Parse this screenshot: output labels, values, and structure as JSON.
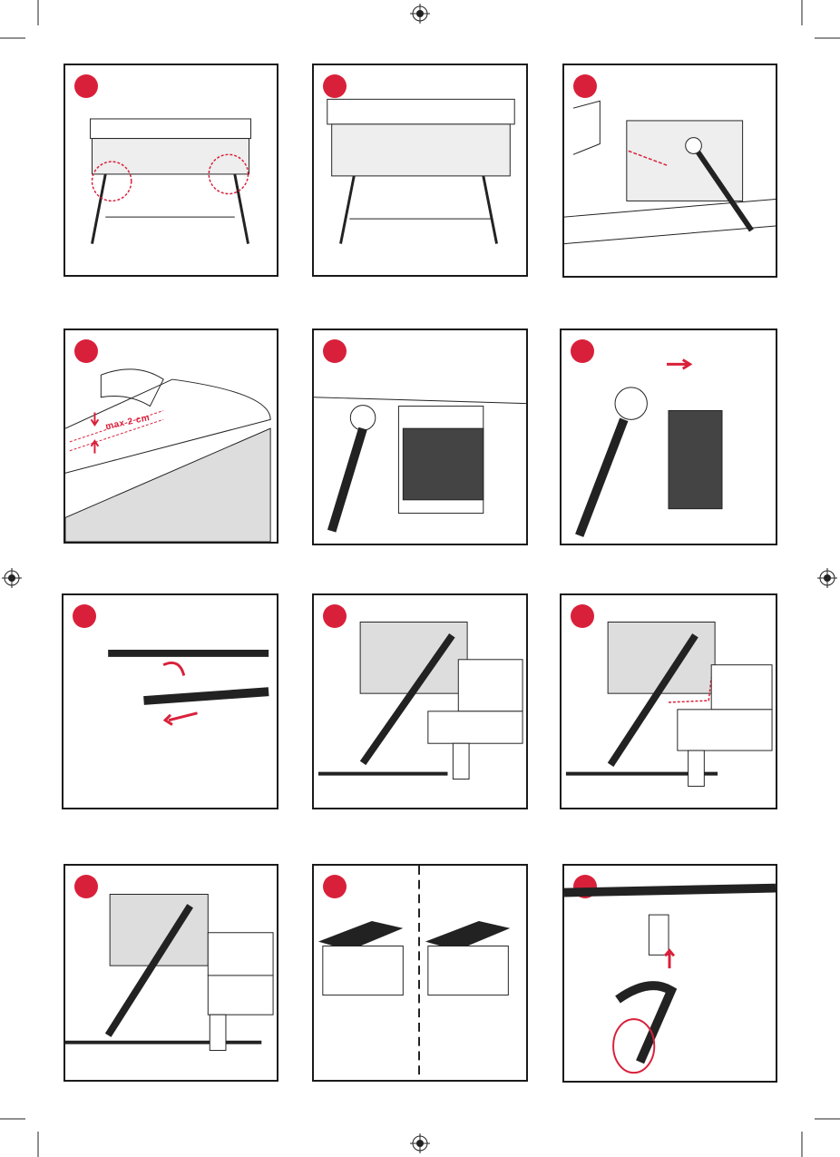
{
  "page": {
    "title": ""
  },
  "accent_color": "#d9203a",
  "panels": [
    {
      "id": 1,
      "label": "bassinet-front-with-attachments"
    },
    {
      "id": 2,
      "label": "bassinet-front"
    },
    {
      "id": 3,
      "label": "bassinet-next-to-bed"
    },
    {
      "id": 4,
      "label": "mattress-height-detail",
      "measure_text": "max 2 cm"
    },
    {
      "id": 5,
      "label": "side-panel-handle"
    },
    {
      "id": 6,
      "label": "pull-strap"
    },
    {
      "id": 7,
      "label": "tube-connection"
    },
    {
      "id": 8,
      "label": "side-view-standard"
    },
    {
      "id": 9,
      "label": "side-view-tilted"
    },
    {
      "id": 10,
      "label": "side-view-low"
    },
    {
      "id": 11,
      "label": "mattress-comparison"
    },
    {
      "id": 12,
      "label": "strap-buckle"
    }
  ]
}
